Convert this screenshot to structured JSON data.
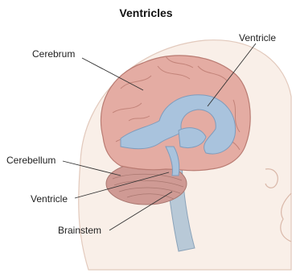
{
  "title": "Ventricles",
  "labels": {
    "cerebrum": "Cerebrum",
    "ventricle_top": "Ventricle",
    "cerebellum": "Cerebellum",
    "ventricle_bottom": "Ventricle",
    "brainstem": "Brainstem"
  },
  "colors": {
    "skin": "#f9efe8",
    "brain": "#e4aca3",
    "cerebellum": "#cf9a94",
    "ventricle": "#a9c3dd",
    "brainstem": "#b8c9d7"
  }
}
